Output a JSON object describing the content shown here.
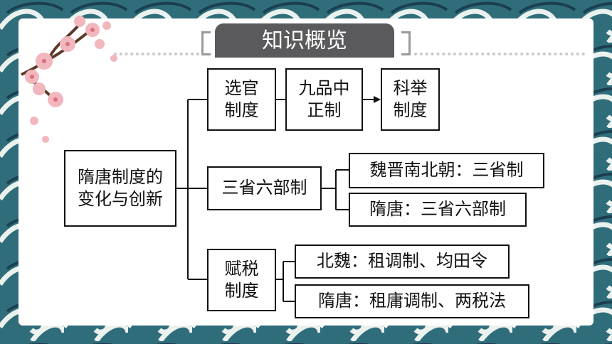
{
  "title": "知识概览",
  "root": "隋唐制度的变化与创新",
  "branches": {
    "xuanguan": {
      "label": "选官制度",
      "steps": [
        "九品中正制",
        "科举制度"
      ]
    },
    "sansheng": {
      "label": "三省六部制",
      "children": [
        "魏晋南北朝：三省制",
        "隋唐：三省六部制"
      ]
    },
    "fushui": {
      "label": "赋税制度",
      "children": [
        "北魏：租调制、均田令",
        "隋唐：租庸调制、两税法"
      ]
    }
  },
  "colors": {
    "frame_bg": "#2f6d7a",
    "wave_light": "#eaf1ef",
    "title_bg": "#5a5a5c",
    "blossom": "#f2b6bd"
  }
}
